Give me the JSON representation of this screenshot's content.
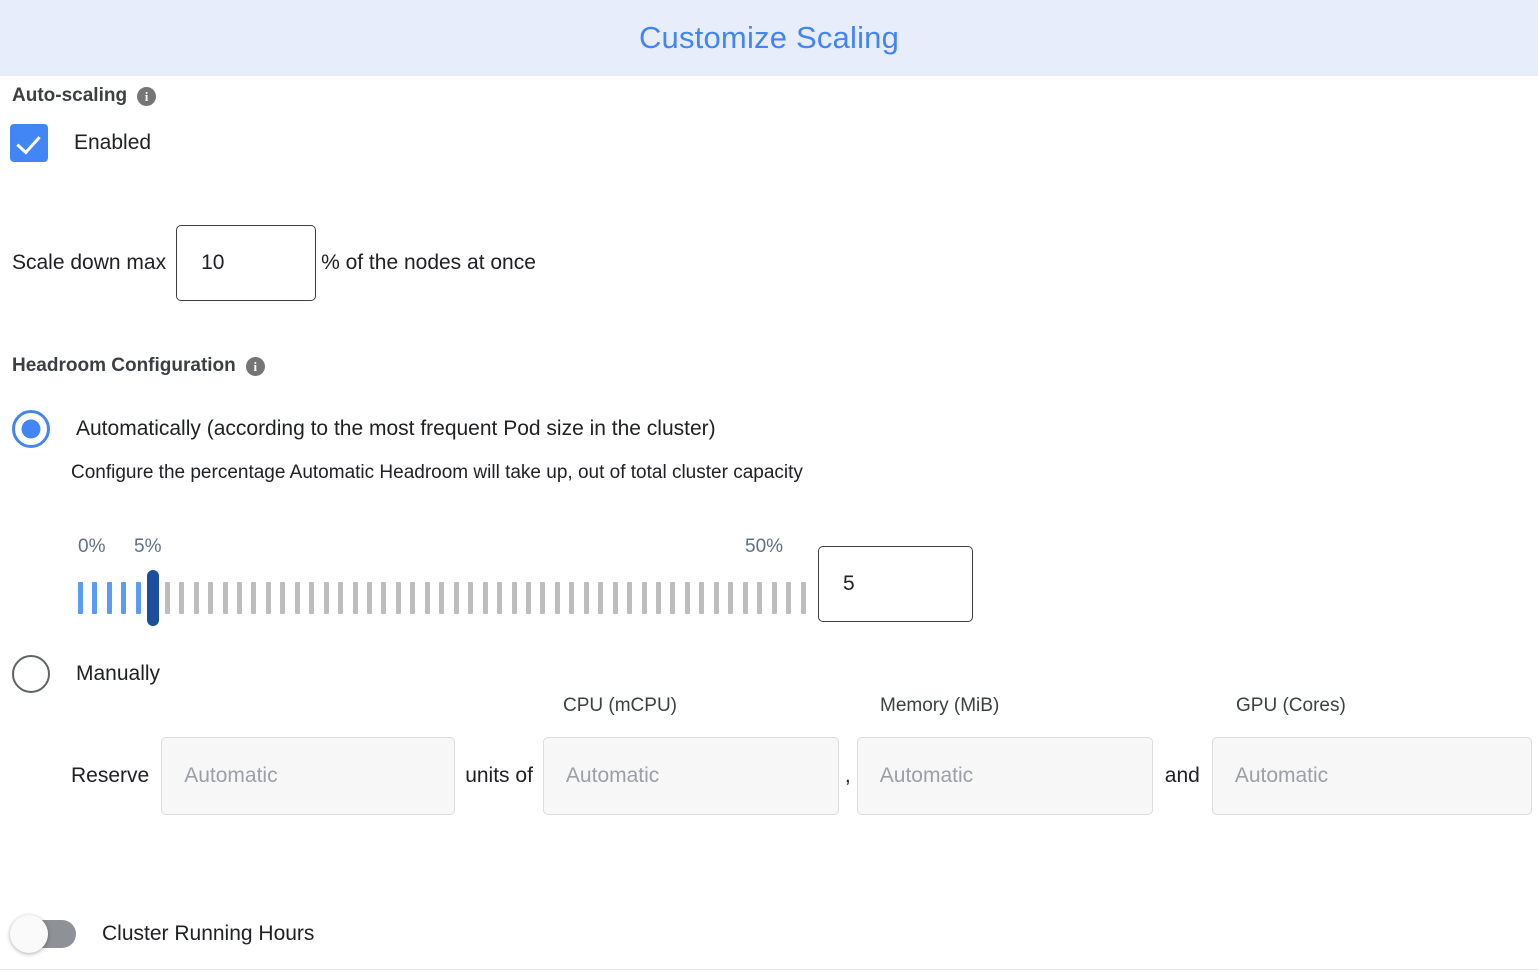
{
  "header": {
    "title": "Customize Scaling",
    "title_color": "#4285f4",
    "background_color": "#e8edfc"
  },
  "autoscaling": {
    "section_label": "Auto-scaling",
    "info_glyph": "i",
    "checkbox_label": "Enabled",
    "checkbox_checked": true,
    "accent_color": "#4285f4"
  },
  "scale_down": {
    "prefix_label": "Scale down max",
    "value": "10",
    "suffix_label": "% of the nodes at once"
  },
  "headroom": {
    "section_label": "Headroom Configuration",
    "info_glyph": "i",
    "option_auto": {
      "label": "Automatically (according to the most frequent Pod size in the cluster)",
      "selected": true,
      "description": "Configure the percentage Automatic Headroom will take up, out of total cluster capacity"
    },
    "option_manual": {
      "label": "Manually",
      "selected": false
    },
    "slider": {
      "min_label": "0%",
      "current_label": "5%",
      "max_label": "50%",
      "min": 0,
      "max": 50,
      "value": 5,
      "tick_count": 51,
      "filled_color": "#5b9bf4",
      "empty_color": "#bdbdbd",
      "thumb_color": "#1b4f9c"
    },
    "slider_value_input": "5"
  },
  "reserve": {
    "label": "Reserve",
    "units_of_label": "units of",
    "comma_label": ",",
    "and_label": "and",
    "units_placeholder": "Automatic",
    "fields": [
      {
        "header": "CPU (mCPU)",
        "placeholder": "Automatic",
        "value": ""
      },
      {
        "header": "Memory (MiB)",
        "placeholder": "Automatic",
        "value": ""
      },
      {
        "header": "GPU (Cores)",
        "placeholder": "Automatic",
        "value": ""
      }
    ]
  },
  "cluster_running_hours": {
    "label": "Cluster Running Hours",
    "enabled": false
  }
}
